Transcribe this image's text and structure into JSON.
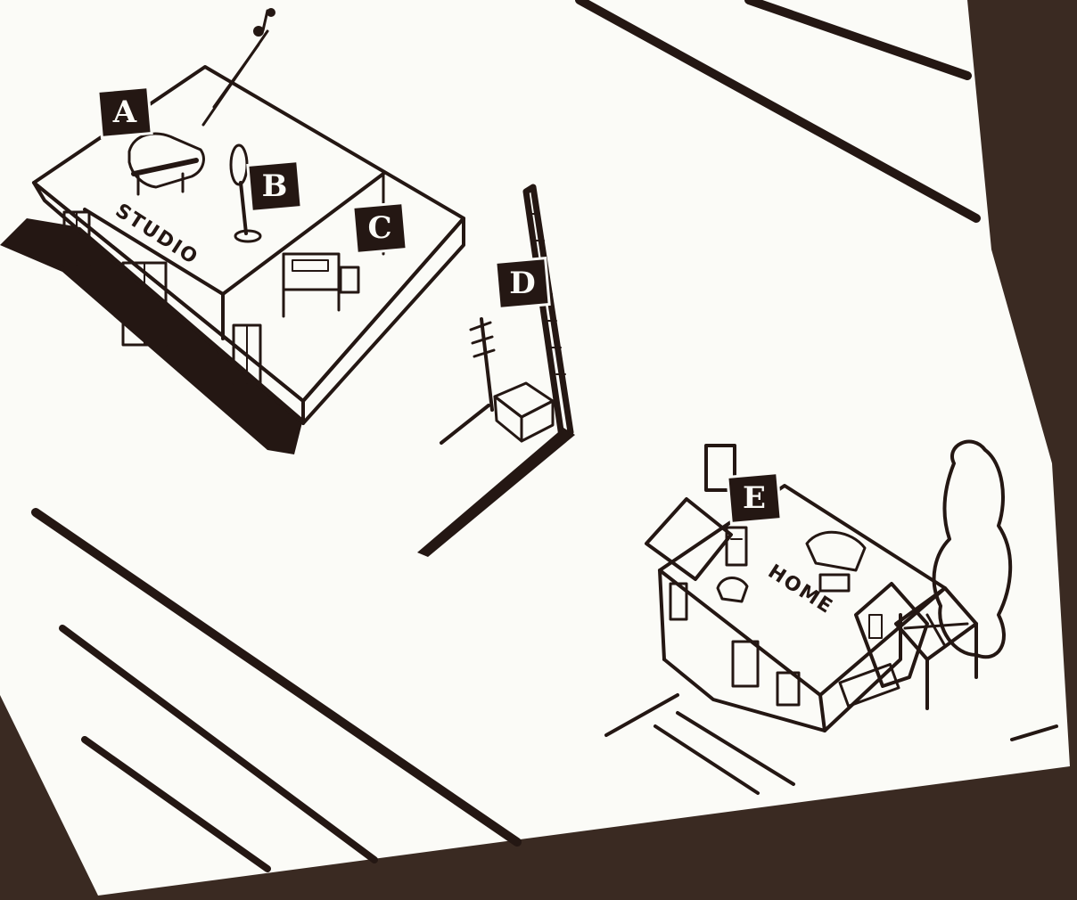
{
  "labels": {
    "a": "A",
    "b": "B",
    "c": "C",
    "d": "D",
    "e": "E"
  },
  "signs": {
    "studio": "STUDIO",
    "home": "HOME"
  },
  "colors": {
    "background": "#3a2a22",
    "paper": "#fbfbf7",
    "ink": "#241713"
  }
}
